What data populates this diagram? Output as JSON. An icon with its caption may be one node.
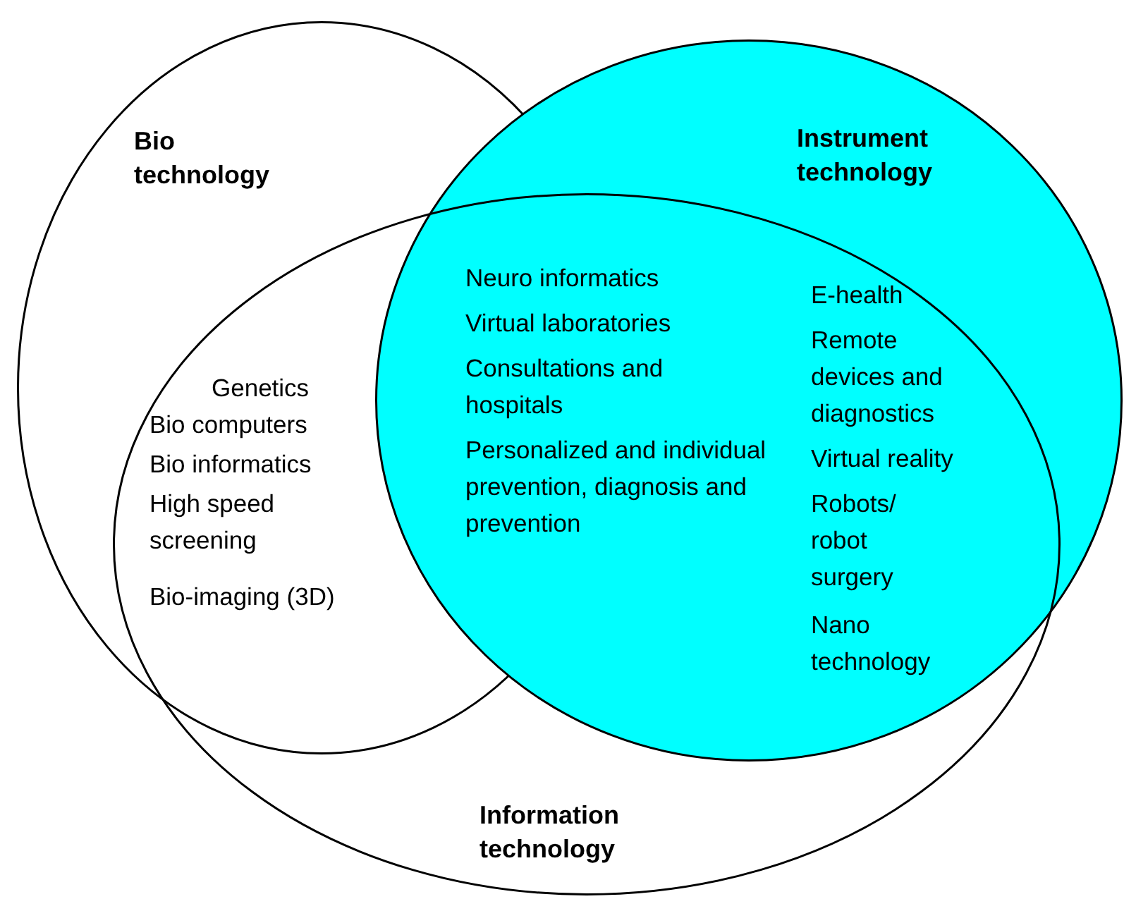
{
  "diagram": {
    "nodes": [
      {
        "text": [
          "Bio technology"
        ]
      },
      {
        "text": [
          "Instrument technology"
        ]
      },
      {
        "text": [
          "Information technology"
        ]
      }
    ],
    "labels": [
      "Genetics",
      "Bio computers",
      "Bio informatics",
      "High speed screening",
      "Bio-imaging (3D)",
      "Neuro informatics",
      "Virtual laboratories",
      "Consultations and hospitals",
      "Personalized and individual prevention, diagnosis and prevention",
      "E-health",
      "Remote devices and diagnostics",
      "Virtual reality",
      "Robots/ robot surgery",
      "Nano technology"
    ]
  }
}
